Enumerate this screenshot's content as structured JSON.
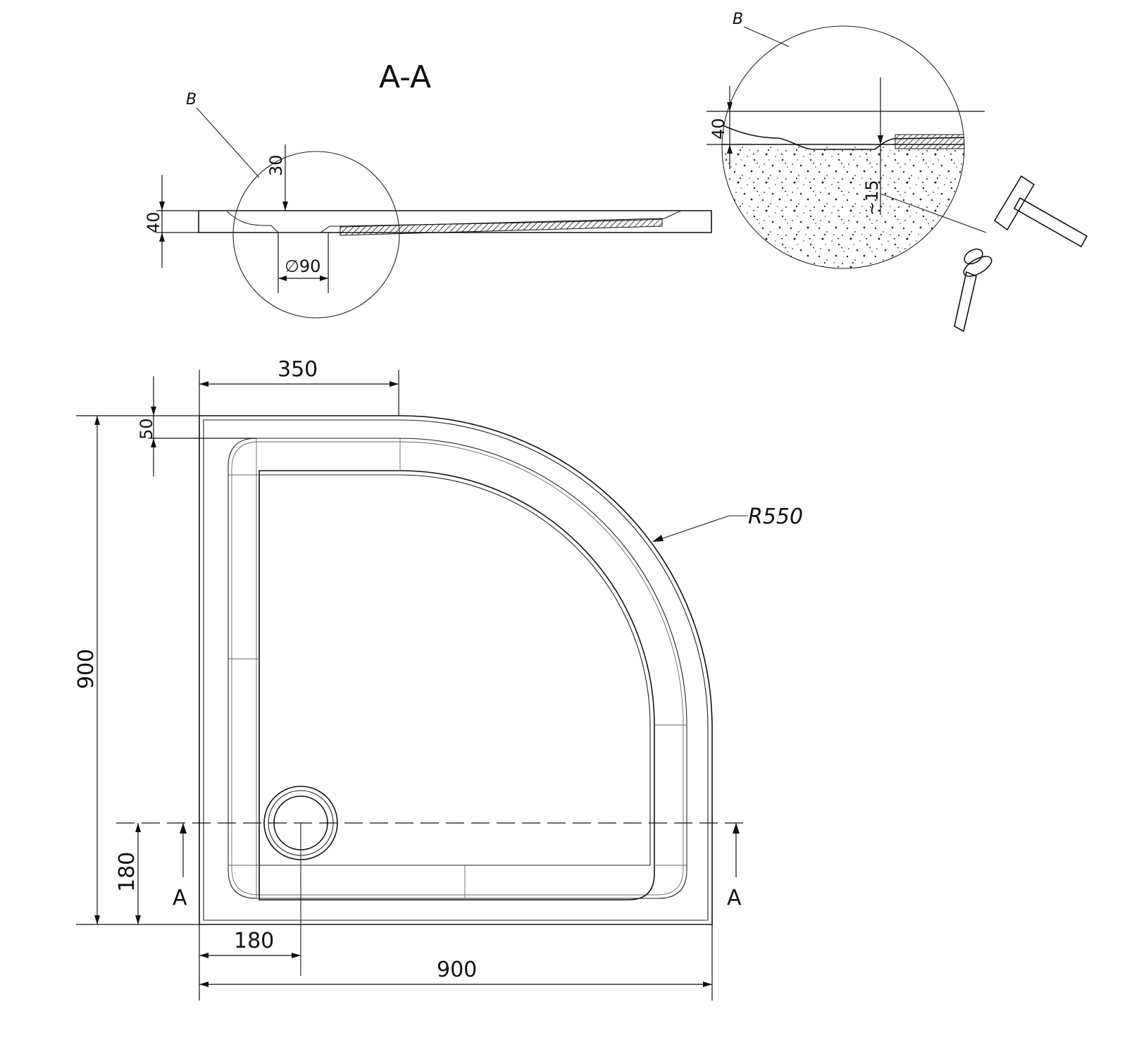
{
  "section": {
    "title": "A-A",
    "detail_label": "B",
    "height_dim": "40",
    "depth_dim": "30",
    "drain_dim": "∅90"
  },
  "detail_b": {
    "label": "B",
    "height_dim": "40",
    "embed_dim": "~15"
  },
  "plan": {
    "top_offset_dim": "350",
    "rim_dim": "50",
    "radius_label": "R550",
    "height_dim": "900",
    "drain_y_dim": "180",
    "drain_x_dim": "180",
    "width_dim": "900",
    "section_mark_left": "A",
    "section_mark_right": "A"
  }
}
